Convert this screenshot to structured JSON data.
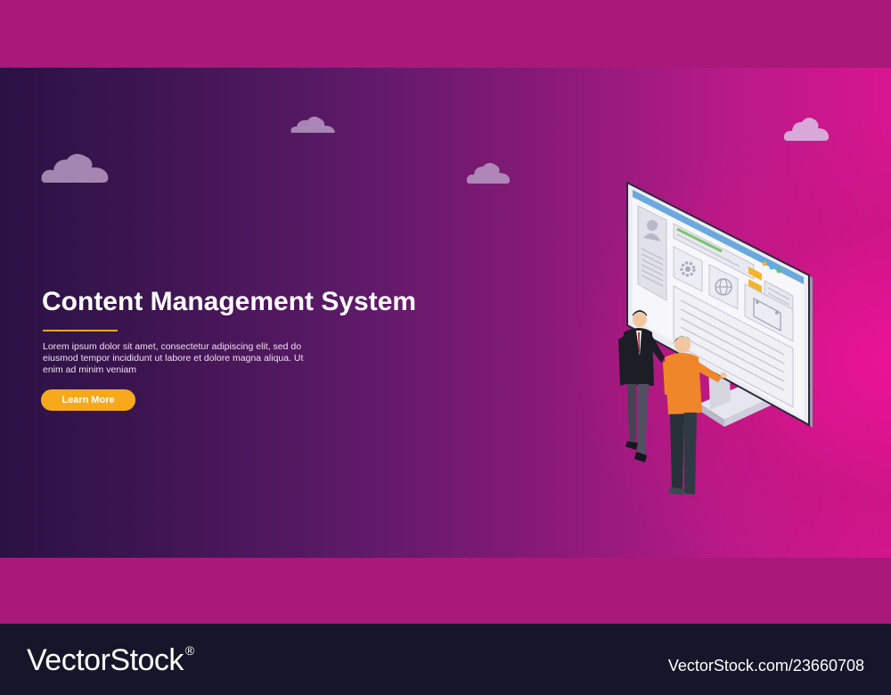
{
  "hero": {
    "title": "Content Management System",
    "body": "Lorem ipsum dolor sit amet, consectetur adipiscing elit, sed do eiusmod tempor incididunt ut labore et dolore magna aliqua. Ut enim ad minim veniam",
    "cta_label": "Learn More"
  },
  "footer": {
    "brand": "VectorStock",
    "registered_mark": "®",
    "image_id": "VectorStock.com/23660708"
  },
  "illustration": {
    "monitor_icons": [
      "user-icon",
      "gear-icon",
      "globe-icon",
      "image-icon"
    ],
    "people": [
      "businessman",
      "developer"
    ]
  },
  "colors": {
    "accent": "#f7a91b",
    "band": "#a8197a",
    "footer": "#16162a",
    "cloud": "#b79ac3"
  }
}
